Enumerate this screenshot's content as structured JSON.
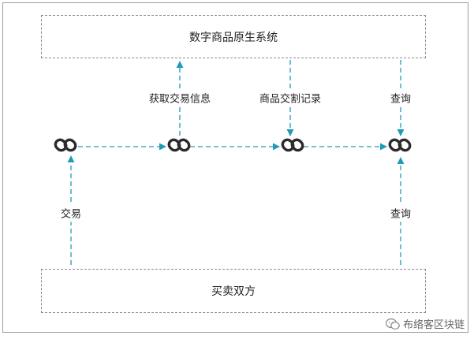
{
  "diagram": {
    "top_system": "数字商品原生系统",
    "bottom_parties": "买卖双方",
    "labels": {
      "trade": "交易",
      "fetch_trade_info": "获取交易信息",
      "trade_record": "商品交割记录",
      "query_top": "查询",
      "query_bottom": "查询"
    },
    "arrow_color": "#1e9bb8",
    "icon": "chain-link-icon"
  },
  "watermark": {
    "text": "布络客区块链",
    "icon": "wechat-icon"
  }
}
